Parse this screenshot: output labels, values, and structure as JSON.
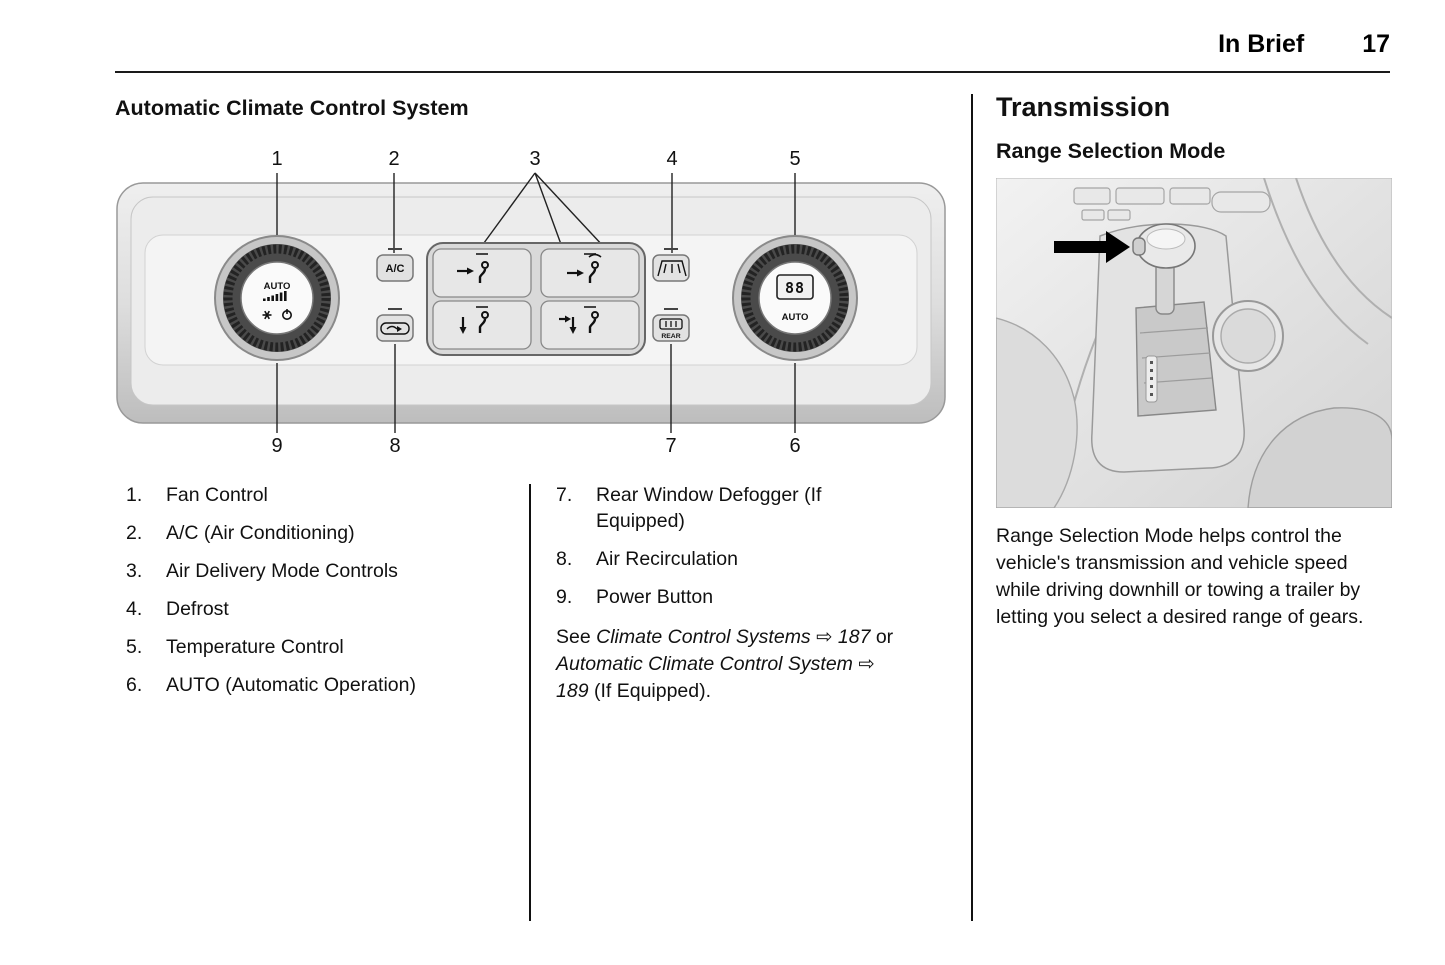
{
  "page": {
    "header_title": "In Brief",
    "page_number": "17"
  },
  "left": {
    "section_title": "Automatic Climate Control System",
    "callouts_top": [
      "1",
      "2",
      "3",
      "4",
      "5"
    ],
    "callouts_bottom": [
      "9",
      "8",
      "7",
      "6"
    ],
    "panel": {
      "left_knob_label": "AUTO",
      "ac_label": "A/C",
      "rear_label": "REAR",
      "temp_display": "88",
      "right_knob_label": "AUTO"
    },
    "list_col1": [
      {
        "num": "1.",
        "text": "Fan Control"
      },
      {
        "num": "2.",
        "text": "A/C (Air Conditioning)"
      },
      {
        "num": "3.",
        "text": "Air Delivery Mode Controls"
      },
      {
        "num": "4.",
        "text": "Defrost"
      },
      {
        "num": "5.",
        "text": "Temperature Control"
      },
      {
        "num": "6.",
        "text": "AUTO (Automatic Operation)"
      }
    ],
    "list_col2": [
      {
        "num": "7.",
        "text": "Rear Window Defogger (If Equipped)"
      },
      {
        "num": "8.",
        "text": "Air Recirculation"
      },
      {
        "num": "9.",
        "text": "Power Button"
      }
    ],
    "see_note": {
      "prefix": "See ",
      "ref1": "Climate Control Systems",
      "arrow1": "⇨",
      "page1": "187",
      "middle": " or ",
      "ref2": "Automatic Climate Control System",
      "arrow2": "⇨",
      "page2": "189",
      "suffix": " (If Equipped)."
    }
  },
  "right": {
    "section_title": "Transmission",
    "subsection_title": "Range Selection Mode",
    "body": "Range Selection Mode helps control the vehicle's transmission and vehicle speed while driving downhill or towing a trailer by letting you select a desired range of gears."
  }
}
